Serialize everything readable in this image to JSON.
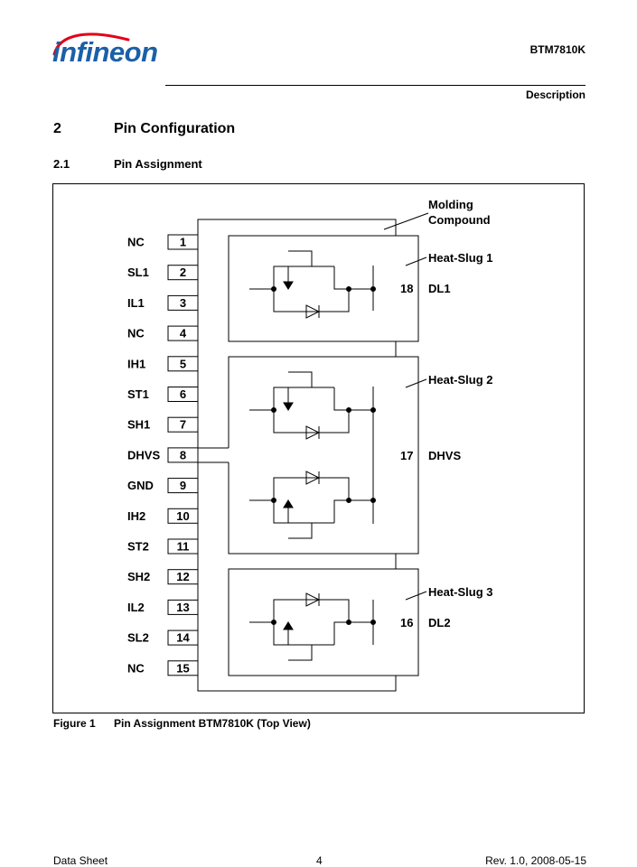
{
  "header": {
    "logo_text": "infineon",
    "doc_title": "BTM7810K",
    "section": "Description",
    "brand_color": "#1b5fa8"
  },
  "section": {
    "number": "2",
    "title": "Pin Configuration"
  },
  "subsection": {
    "number": "2.1",
    "title": "Pin Assignment"
  },
  "diagram": {
    "pins": [
      {
        "num": "1",
        "name": "NC"
      },
      {
        "num": "2",
        "name": "SL1"
      },
      {
        "num": "3",
        "name": "IL1"
      },
      {
        "num": "4",
        "name": "NC"
      },
      {
        "num": "5",
        "name": "IH1"
      },
      {
        "num": "6",
        "name": "ST1"
      },
      {
        "num": "7",
        "name": "SH1"
      },
      {
        "num": "8",
        "name": "DHVS"
      },
      {
        "num": "9",
        "name": "GND"
      },
      {
        "num": "10",
        "name": "IH2"
      },
      {
        "num": "11",
        "name": "ST2"
      },
      {
        "num": "12",
        "name": "SH2"
      },
      {
        "num": "13",
        "name": "IL2"
      },
      {
        "num": "14",
        "name": "SL2"
      },
      {
        "num": "15",
        "name": "NC"
      }
    ],
    "molding_label": [
      "Molding",
      "Compound"
    ],
    "slugs": [
      {
        "label": "Heat-Slug 1",
        "pin_num": "18",
        "pin_name": "DL1"
      },
      {
        "label": "Heat-Slug 2",
        "pin_num": "17",
        "pin_name": "DHVS"
      },
      {
        "label": "Heat-Slug 3",
        "pin_num": "16",
        "pin_name": "DL2"
      }
    ]
  },
  "figure": {
    "label": "Figure 1",
    "caption": "Pin Assignment BTM7810K (Top View)"
  },
  "footer": {
    "left": "Data Sheet",
    "center": "4",
    "right": "Rev. 1.0, 2008-05-15"
  }
}
